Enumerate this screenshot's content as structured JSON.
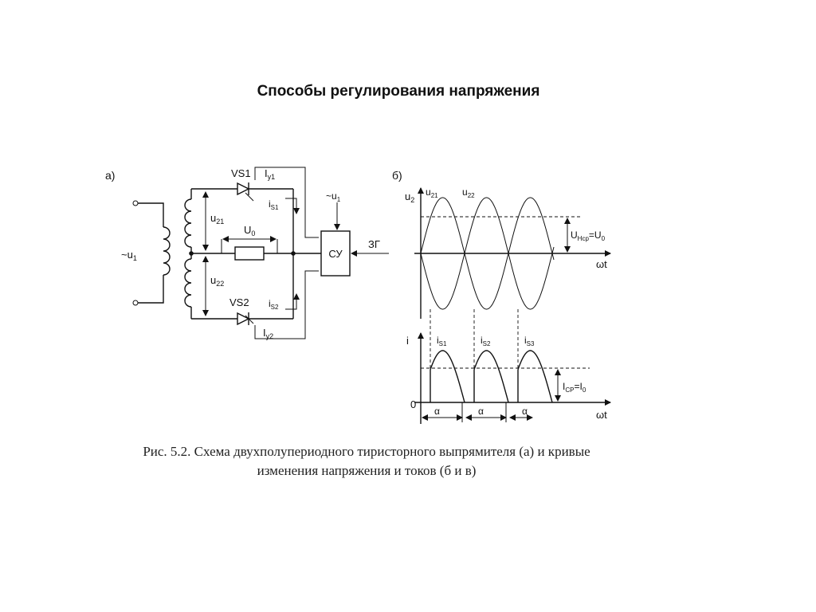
{
  "title": "Способы регулирования напряжения",
  "caption": {
    "line1": "Рис. 5.2. Схема двухполупериодного тиристорного выпрямителя (а) и кривые",
    "line2": "изменения напряжения и токов (б и в)"
  },
  "circuit": {
    "panel_label": "а)",
    "source_label": "~u",
    "source_sub": "1",
    "vs1": "VS1",
    "vs2": "VS2",
    "iy_main": "I",
    "iy1_sub": "у1",
    "iy2_sub": "у2",
    "is_main": "i",
    "is1_sub": "S1",
    "is2_sub": "S2",
    "u_main": "u",
    "u21_sub": "21",
    "u22_sub": "22",
    "u0_main": "U",
    "u0_sub": "0",
    "cu_source_main": "~u",
    "cu_source_sub": "1",
    "cu_block": "СУ",
    "zg": "ЗГ"
  },
  "graphs": {
    "panel_label": "б)",
    "u2_axis_main": "u",
    "u2_axis_sub": "2",
    "u21_main": "u",
    "u21_sub": "21",
    "u22_main": "u",
    "u22_sub": "22",
    "uhcp_main": "U",
    "uhcp_sub": "Нср",
    "uhcp_eq_main": "=U",
    "uhcp_eq_sub": "0",
    "omega_t": "ωt",
    "i_axis": "i",
    "is_main": "i",
    "is1_sub": "S1",
    "is2_sub": "S2",
    "is3_sub": "S3",
    "icp_main": "I",
    "icp_sub": "СР",
    "icp_eq_main": "=I",
    "icp_eq_sub": "0",
    "zero": "0",
    "alpha": "α"
  }
}
